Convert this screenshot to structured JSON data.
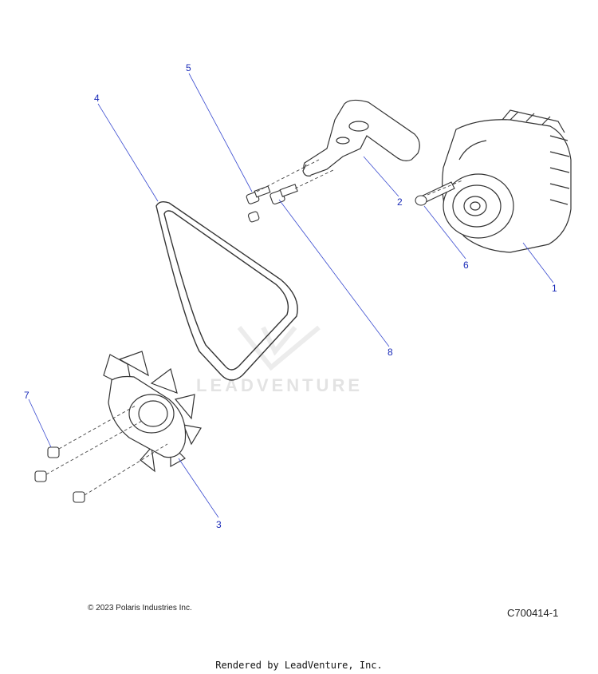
{
  "callouts": {
    "c1": "1",
    "c2": "2",
    "c3": "3",
    "c4": "4",
    "c5": "5",
    "c6": "6",
    "c7": "7",
    "c8": "8"
  },
  "watermark": "LEADVENTURE",
  "copyright": "© 2023 Polaris Industries Inc.",
  "diagram_code": "C700414-1",
  "footer": "Rendered by LeadVenture, Inc.",
  "colors": {
    "callout": "#1a2bb8",
    "line": "#333333"
  }
}
